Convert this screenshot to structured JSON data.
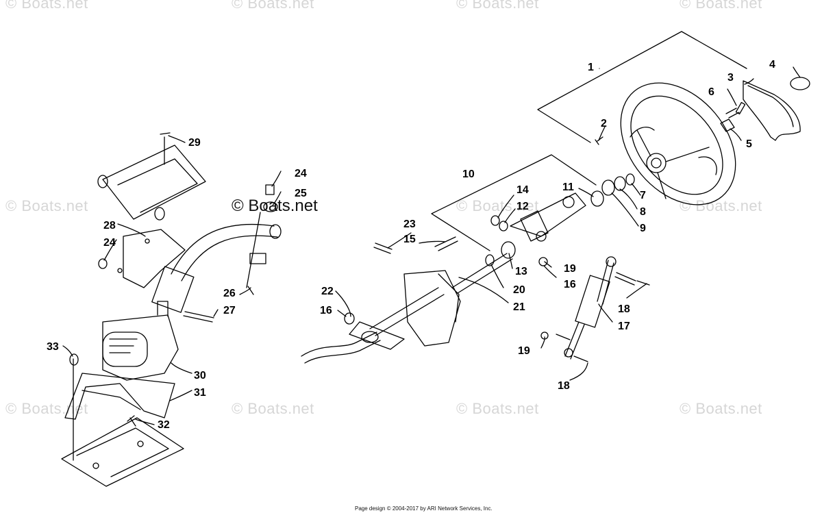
{
  "watermark_text": "© Boats.net",
  "center_watermark": "© Boats.net",
  "footer": "Page design © 2004-2017 by ARI Network Services, Inc.",
  "callouts": [
    "1",
    "2",
    "3",
    "4",
    "5",
    "6",
    "7",
    "8",
    "9",
    "10",
    "11",
    "12",
    "13",
    "14",
    "15",
    "16",
    "16",
    "17",
    "18",
    "18",
    "19",
    "19",
    "20",
    "21",
    "22",
    "23",
    "24",
    "24",
    "25",
    "26",
    "27",
    "28",
    "29",
    "30",
    "31",
    "32",
    "33"
  ]
}
